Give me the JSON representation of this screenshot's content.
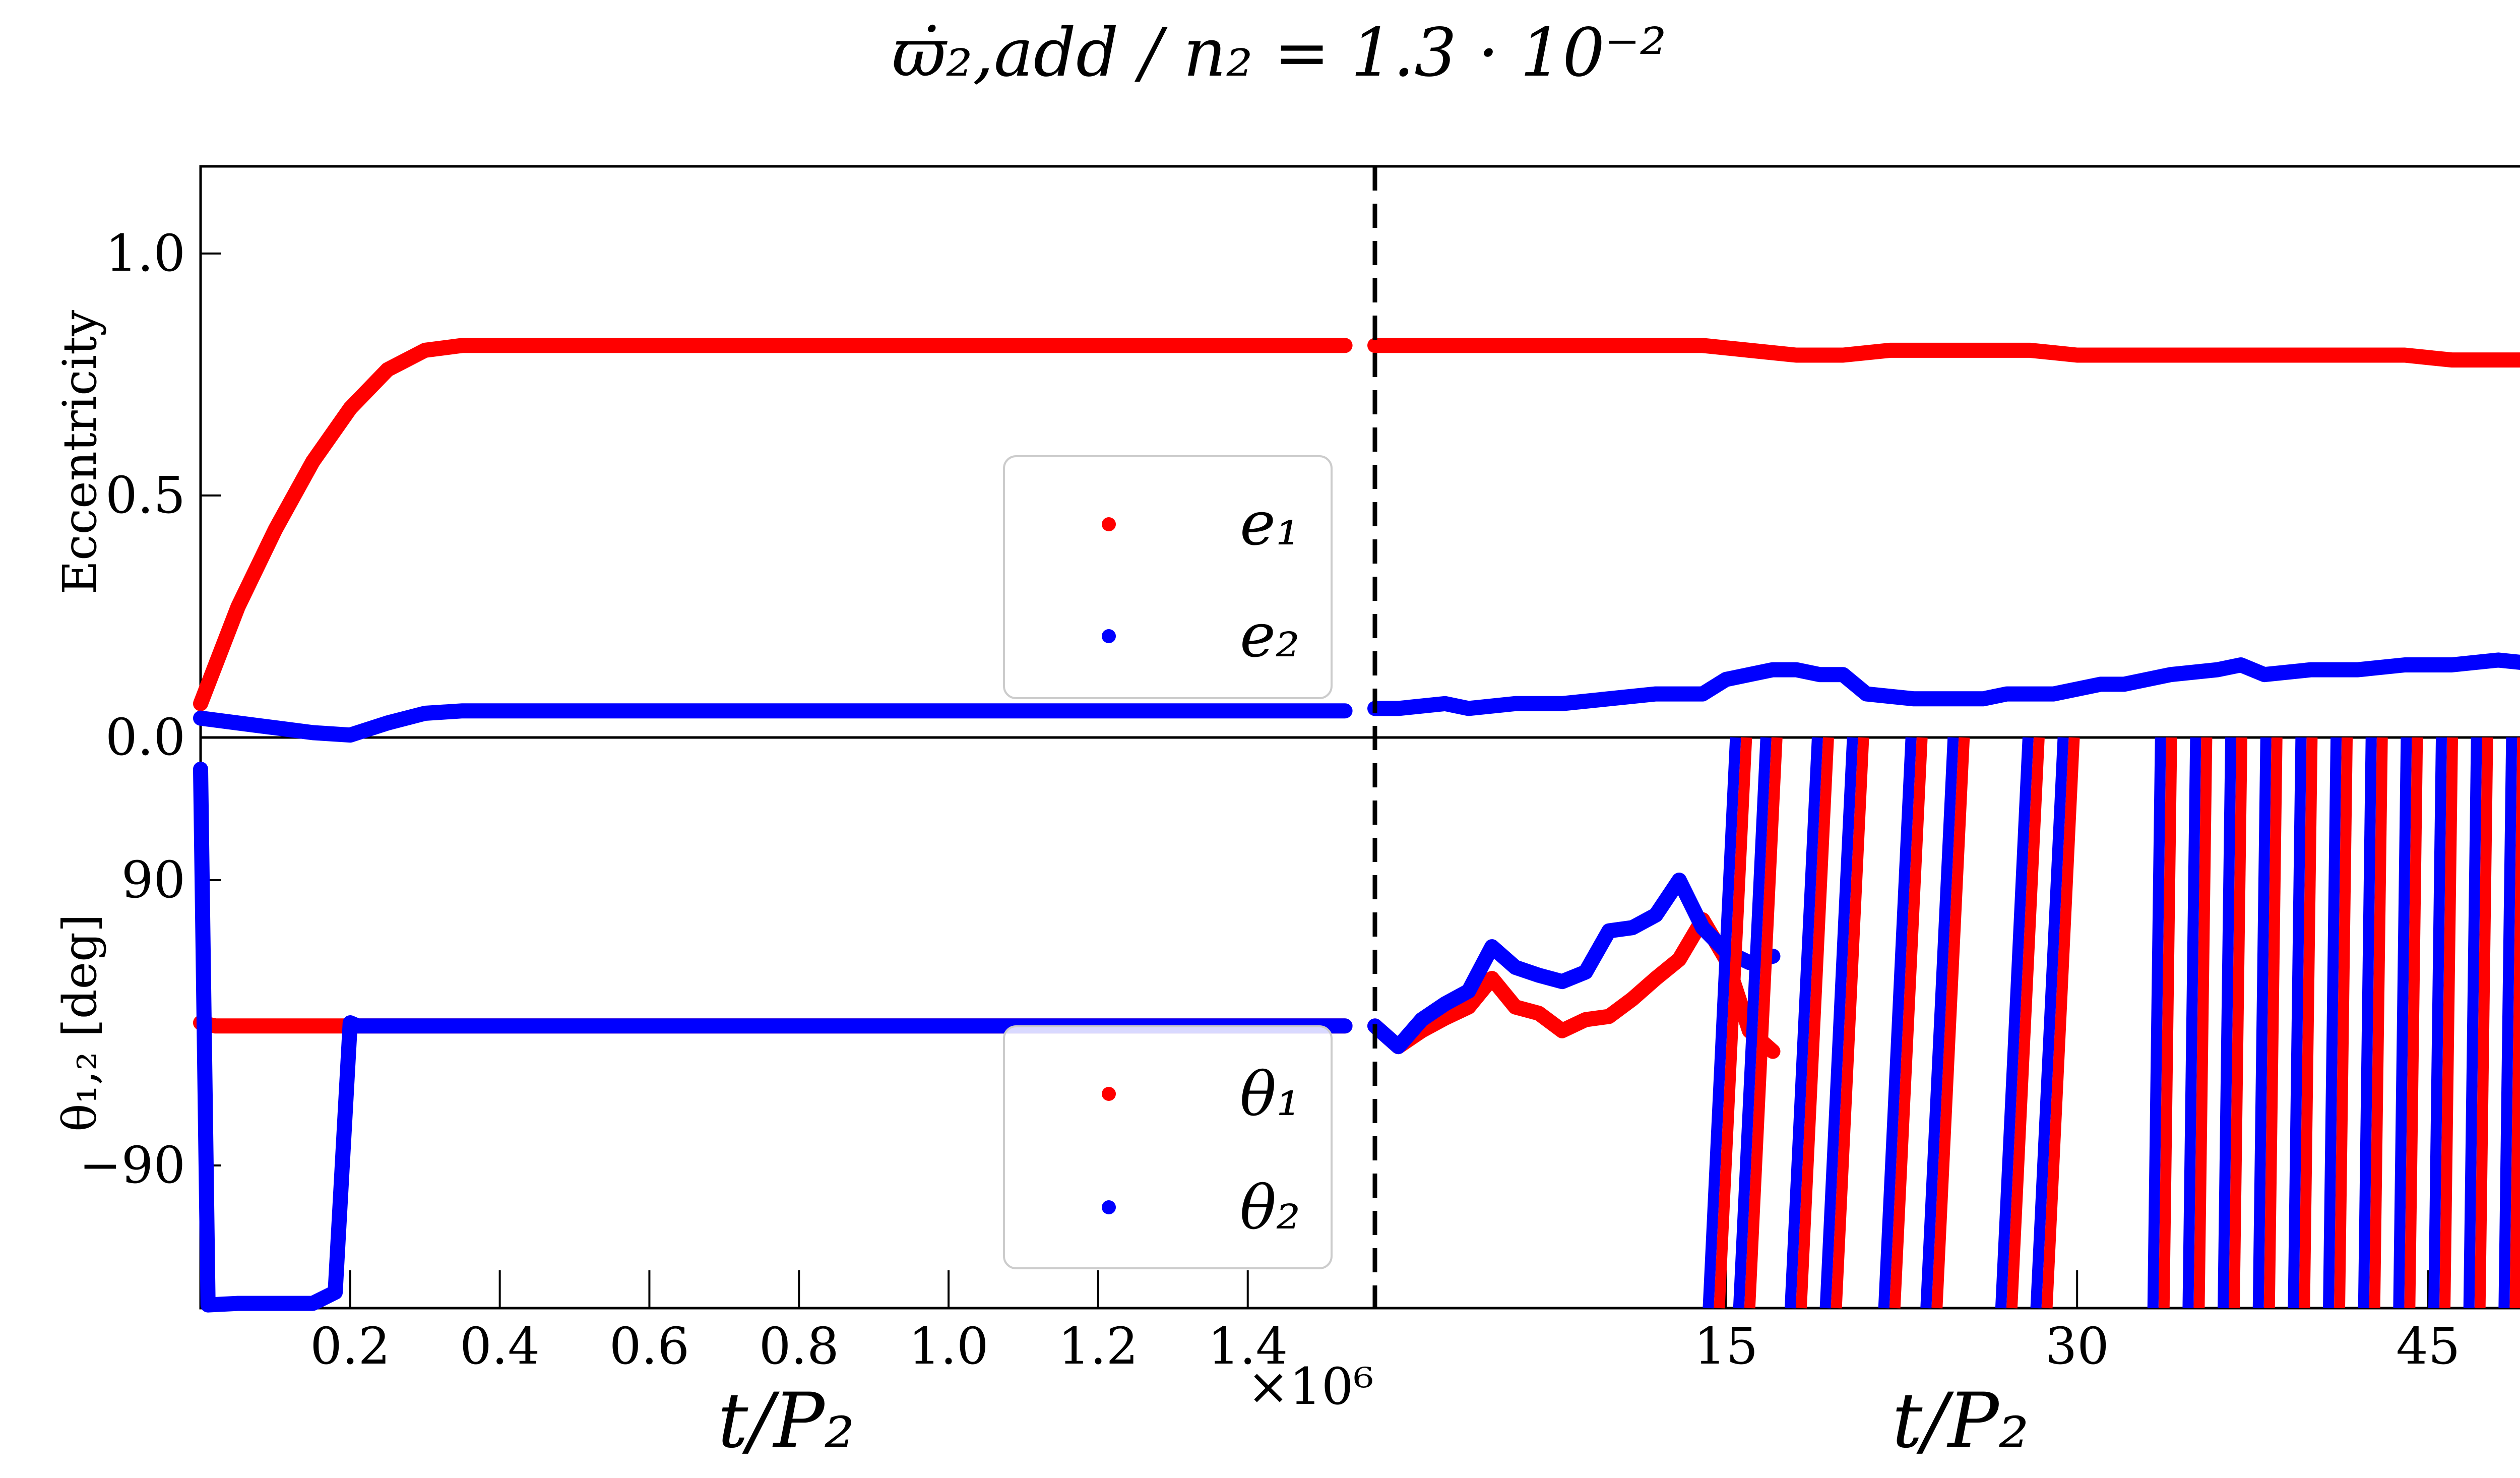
{
  "title": "ϖ̇₂,add / n₂ = 1.3 · 10⁻²",
  "colors": {
    "e1": "#ff0000",
    "e2": "#0000ff",
    "theta1": "#ff0000",
    "theta2": "#0000ff",
    "axes": "#000000",
    "vline": "#000000"
  },
  "chart_data": {
    "type": "scatter",
    "layout": "two stacked panels sharing x; x-axis split at dashed vertical line into left segment (×10^6 scale) and right segment (linear)",
    "top_panel": {
      "ylabel": "Eccentricity",
      "ylim": [
        0.0,
        1.18
      ],
      "yticks": [
        0.0,
        0.5,
        1.0
      ],
      "ytick_labels": [
        "0.0",
        "0.5",
        "1.0"
      ],
      "legend": {
        "placement": "center",
        "entries": [
          {
            "key": "e1",
            "label": "e₁"
          },
          {
            "key": "e2",
            "label": "e₂"
          }
        ]
      },
      "series_left": [
        {
          "key": "e1",
          "name": "e₁",
          "x": [
            0.0,
            0.05,
            0.1,
            0.15,
            0.2,
            0.25,
            0.3,
            0.35,
            0.4,
            0.6,
            0.8,
            1.0,
            1.2,
            1.4,
            1.53
          ],
          "y": [
            0.07,
            0.27,
            0.43,
            0.57,
            0.68,
            0.76,
            0.8,
            0.81,
            0.81,
            0.81,
            0.81,
            0.81,
            0.81,
            0.81,
            0.81
          ]
        },
        {
          "key": "e2",
          "name": "e₂",
          "x": [
            0.0,
            0.05,
            0.1,
            0.15,
            0.2,
            0.25,
            0.3,
            0.35,
            0.4,
            0.6,
            0.8,
            1.0,
            1.2,
            1.4,
            1.53
          ],
          "y": [
            0.04,
            0.03,
            0.02,
            0.01,
            0.005,
            0.03,
            0.05,
            0.055,
            0.055,
            0.055,
            0.055,
            0.055,
            0.055,
            0.055,
            0.055
          ]
        }
      ],
      "series_right": [
        {
          "key": "e1",
          "name": "e₁",
          "x": [
            0,
            2,
            4,
            6,
            8,
            10,
            12,
            14,
            16,
            18,
            20,
            22,
            24,
            26,
            28,
            30,
            32,
            34,
            36,
            38,
            40,
            42,
            44,
            46,
            48,
            50
          ],
          "y": [
            0.81,
            0.81,
            0.81,
            0.81,
            0.81,
            0.81,
            0.81,
            0.81,
            0.8,
            0.79,
            0.79,
            0.8,
            0.8,
            0.8,
            0.8,
            0.79,
            0.79,
            0.79,
            0.79,
            0.79,
            0.79,
            0.79,
            0.79,
            0.78,
            0.78,
            0.78
          ]
        },
        {
          "key": "e2",
          "name": "e₂",
          "x": [
            0,
            1,
            3,
            4,
            6,
            8,
            10,
            12,
            13,
            14,
            15,
            16,
            17,
            18,
            19,
            20,
            21,
            23,
            25,
            26,
            27,
            29,
            31,
            32,
            34,
            36,
            37,
            38,
            40,
            42,
            44,
            46,
            48,
            50
          ],
          "y": [
            0.06,
            0.06,
            0.07,
            0.06,
            0.07,
            0.07,
            0.08,
            0.09,
            0.09,
            0.09,
            0.12,
            0.13,
            0.14,
            0.14,
            0.13,
            0.13,
            0.09,
            0.08,
            0.08,
            0.08,
            0.09,
            0.09,
            0.11,
            0.11,
            0.13,
            0.14,
            0.15,
            0.13,
            0.14,
            0.14,
            0.15,
            0.15,
            0.16,
            0.15
          ]
        }
      ]
    },
    "bottom_panel": {
      "ylabel": "θ₁,₂ [deg]",
      "ylim": [
        -180,
        180
      ],
      "yticks": [
        -90,
        90
      ],
      "ytick_labels": [
        "−90",
        "90"
      ],
      "legend": {
        "placement": "center",
        "entries": [
          {
            "key": "theta1",
            "label": "θ₁"
          },
          {
            "key": "theta2",
            "label": "θ₂"
          }
        ]
      },
      "series_left": [
        {
          "key": "theta1",
          "name": "θ₁",
          "x": [
            0.0,
            0.02,
            0.05,
            0.1,
            0.15,
            0.2,
            0.25,
            0.4,
            0.8,
            1.2,
            1.53
          ],
          "y": [
            0,
            -2,
            -2,
            -2,
            -2,
            -2,
            -2,
            -2,
            -2,
            -2,
            -2
          ]
        },
        {
          "key": "theta2",
          "name": "θ₂",
          "x": [
            0.0,
            0.01,
            0.05,
            0.1,
            0.15,
            0.18,
            0.2,
            0.21,
            0.25,
            0.4,
            0.8,
            1.2,
            1.53
          ],
          "y": [
            160,
            -178,
            -177,
            -177,
            -177,
            -170,
            0,
            -2,
            -2,
            -2,
            -2,
            -2,
            -2
          ]
        }
      ],
      "series_right": [
        {
          "key": "theta1",
          "name": "θ₁",
          "x": [
            0,
            1,
            2,
            3,
            4,
            5,
            6,
            7,
            8,
            9,
            10,
            11,
            12,
            13,
            14,
            15,
            16,
            17
          ],
          "y": [
            -2,
            -15,
            -5,
            3,
            10,
            28,
            10,
            6,
            -5,
            2,
            4,
            15,
            28,
            40,
            65,
            40,
            -5,
            -18
          ]
        },
        {
          "key": "theta2",
          "name": "θ₂",
          "x": [
            0,
            1,
            2,
            3,
            4,
            5,
            6,
            7,
            8,
            9,
            10,
            11,
            12,
            13,
            14,
            15,
            16,
            17
          ],
          "y": [
            -2,
            -15,
            2,
            12,
            20,
            48,
            35,
            30,
            26,
            32,
            58,
            60,
            68,
            90,
            60,
            45,
            38,
            42
          ]
        }
      ],
      "wrap_lines_right": [
        14.5,
        15.8,
        18,
        19.5,
        22,
        23.8,
        27,
        28.5,
        33.5,
        35,
        36.5,
        38,
        39.5,
        41,
        42.5,
        44,
        45.5,
        47,
        48.5,
        49.8
      ]
    },
    "x_left": {
      "label": "t/P₂",
      "ticks": [
        0.2,
        0.4,
        0.6,
        0.8,
        1.0,
        1.2,
        1.4
      ],
      "tick_labels": [
        "0.2",
        "0.4",
        "0.6",
        "0.8",
        "1.0",
        "1.2",
        "1.4"
      ],
      "xlim": [
        0.0,
        1.57
      ],
      "offset_text": "×10⁶"
    },
    "x_right": {
      "label": "t/P₂",
      "ticks": [
        15,
        30,
        45
      ],
      "tick_labels": [
        "15",
        "30",
        "45"
      ],
      "xlim": [
        0,
        50
      ]
    },
    "divider": {
      "style": "dashed",
      "at": "boundary between left and right segments"
    }
  }
}
